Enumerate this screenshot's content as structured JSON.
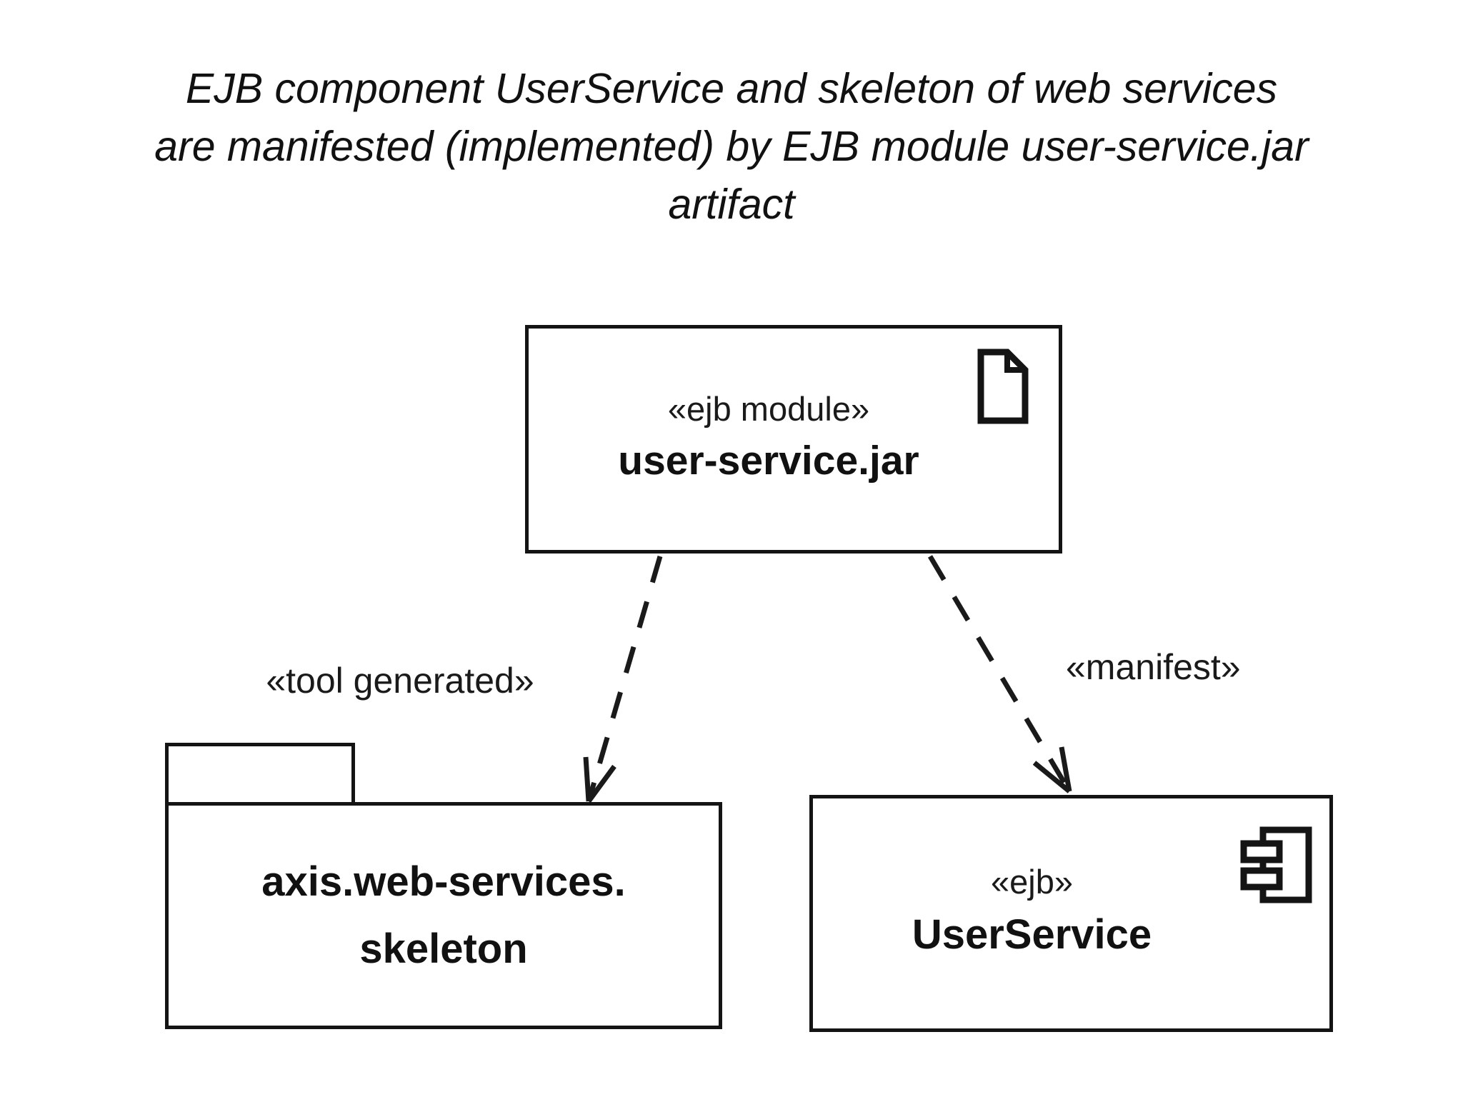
{
  "title": {
    "line1": "EJB component UserService and skeleton of web services",
    "line2": "are manifested (implemented) by EJB module user-service.jar",
    "line3": "artifact"
  },
  "diagram": {
    "artifact_box": {
      "stereotype": "«ejb module»",
      "name": "user-service.jar",
      "icon": "artifact-document-icon"
    },
    "package_box": {
      "name_line1": "axis.web-services.",
      "name_line2": "skeleton"
    },
    "component_box": {
      "stereotype": "«ejb»",
      "name": "UserService",
      "icon": "uml-component-icon"
    },
    "edges": [
      {
        "label": "«tool generated»",
        "from": "user-service.jar",
        "to": "axis.web-services.skeleton",
        "style": "dashed-open-arrow"
      },
      {
        "label": "«manifest»",
        "from": "user-service.jar",
        "to": "UserService",
        "style": "dashed-open-arrow"
      }
    ]
  },
  "colors": {
    "line": "#141414",
    "background": "#ffffff",
    "text": "#111111"
  }
}
